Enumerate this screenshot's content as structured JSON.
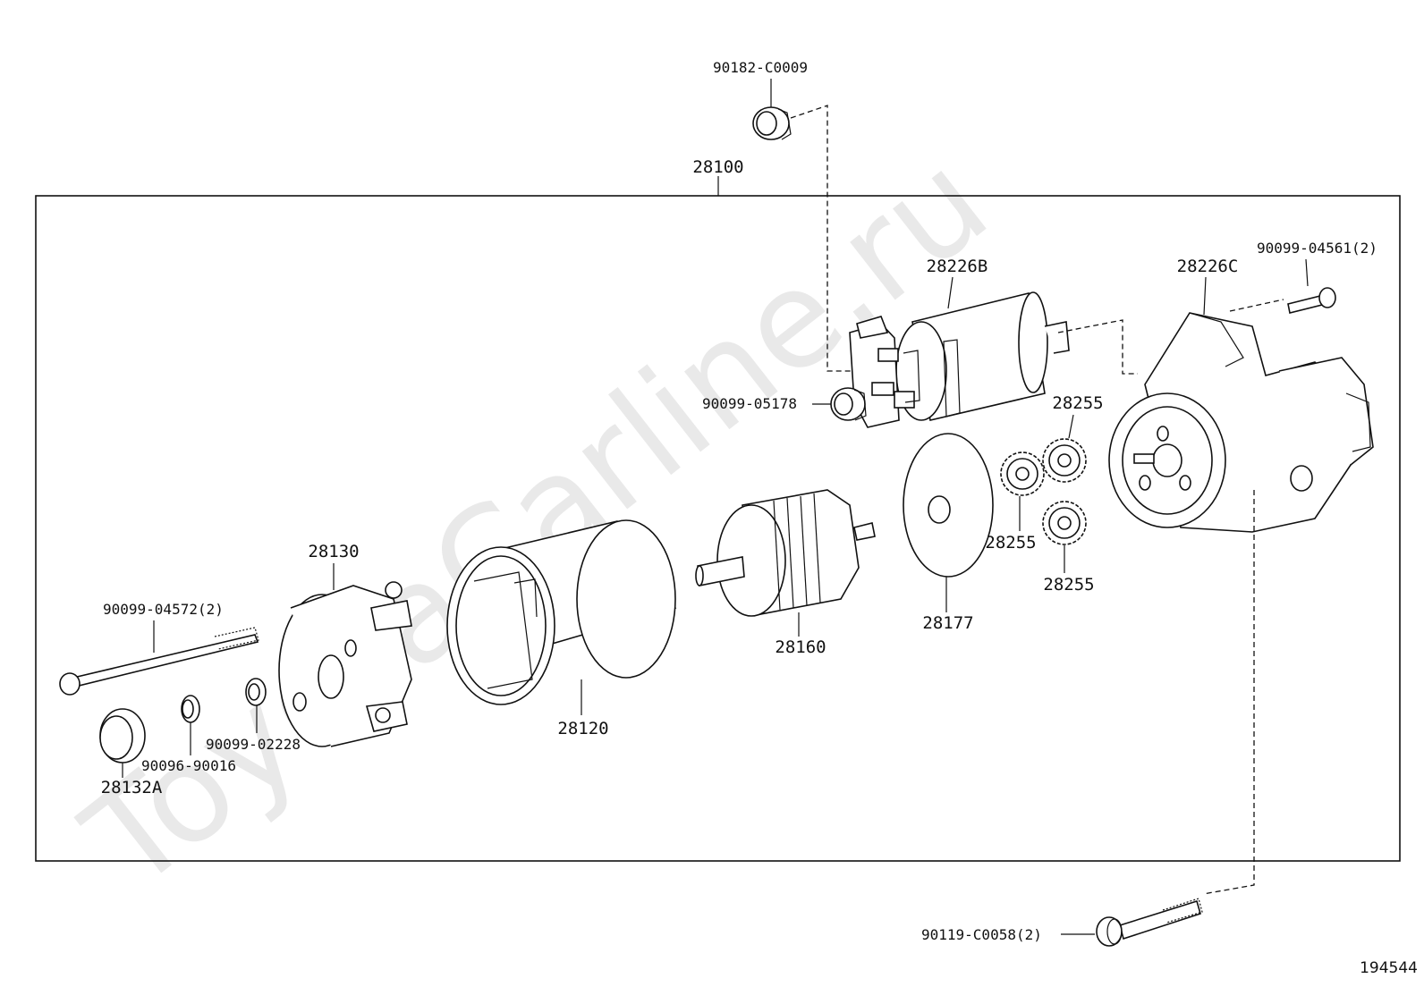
{
  "watermark": "ToyotaCarline.ru",
  "diagram_id": "194544",
  "assembly": {
    "part_no": "28100"
  },
  "callouts": {
    "nut_top": "90182-C0009",
    "nut_terminal": "90099-05178",
    "solenoid": "28226B",
    "housing": "28226C",
    "screw_housing": "90099-04561(2)",
    "gear_a": "28255",
    "gear_b": "28255",
    "gear_c": "28255",
    "plate": "28177",
    "armature": "28160",
    "yoke": "28120",
    "end_frame": "28130",
    "through_bolt": "90099-04572(2)",
    "washer": "90099-02228",
    "o_ring": "90096-90016",
    "cap": "28132A",
    "mount_bolt": "90119-C0058(2)"
  }
}
